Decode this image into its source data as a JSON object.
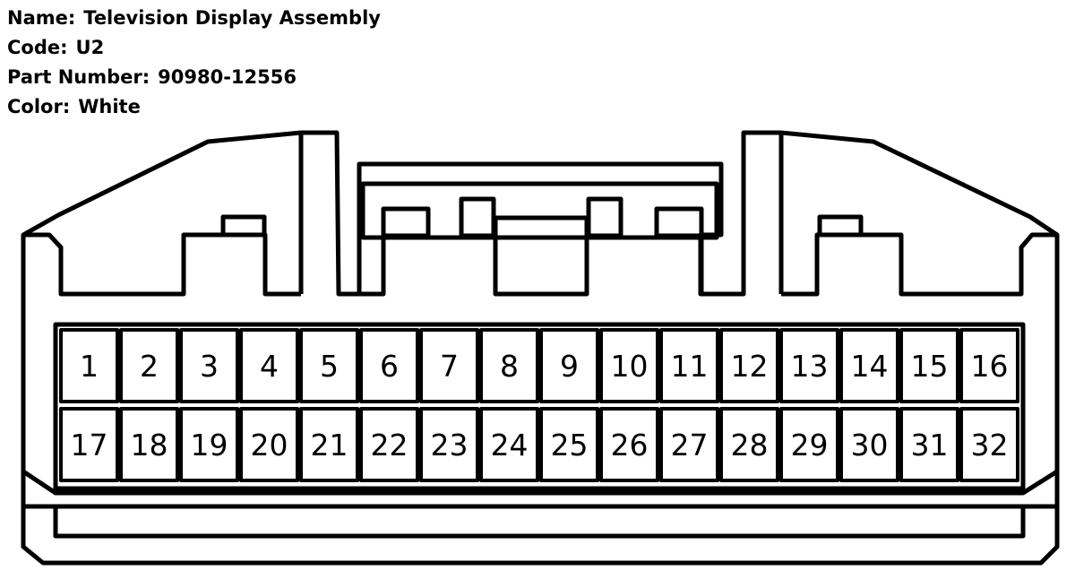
{
  "header": {
    "name_label": "Name:",
    "name_value": "Television Display Assembly",
    "code_label": "Code:",
    "code_value": "U2",
    "part_label": "Part Number:",
    "part_value": "90980-12556",
    "color_label": "Color:",
    "color_value": "White"
  },
  "connector": {
    "rows": [
      [
        "1",
        "2",
        "3",
        "4",
        "5",
        "6",
        "7",
        "8",
        "9",
        "10",
        "11",
        "12",
        "13",
        "14",
        "15",
        "16"
      ],
      [
        "17",
        "18",
        "19",
        "20",
        "21",
        "22",
        "23",
        "24",
        "25",
        "26",
        "27",
        "28",
        "29",
        "30",
        "31",
        "32"
      ]
    ]
  }
}
